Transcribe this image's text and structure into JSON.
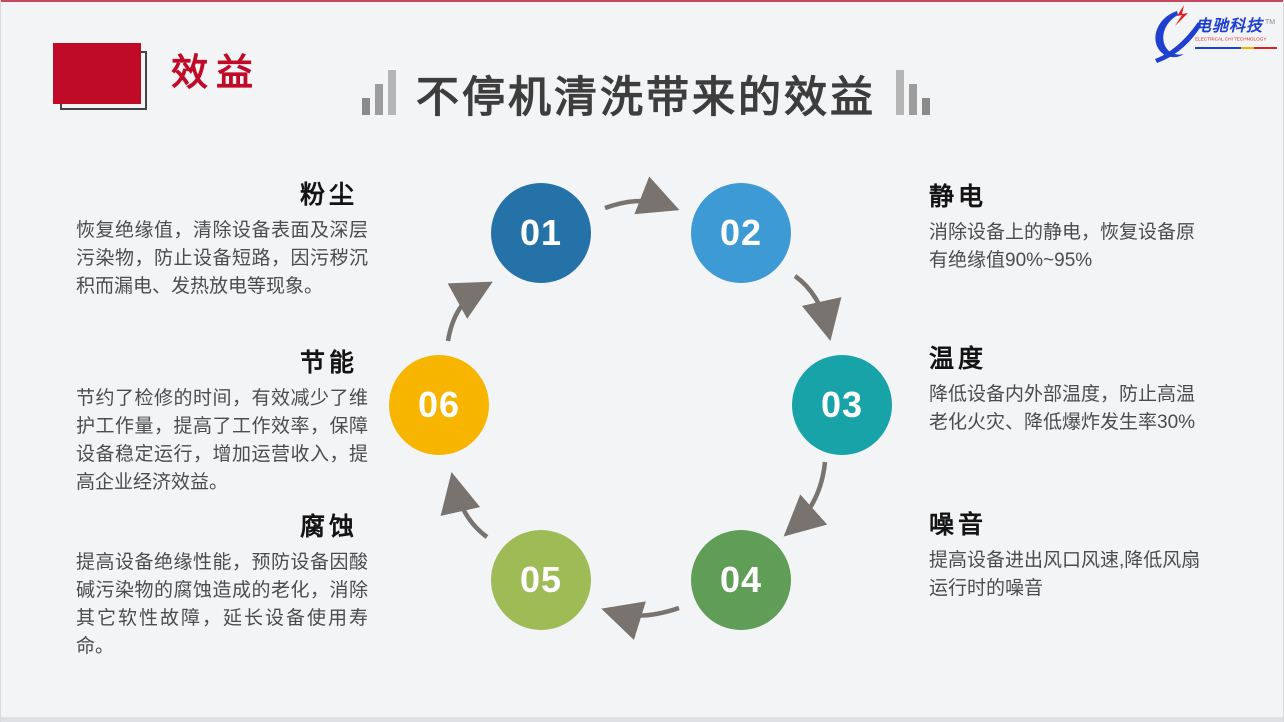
{
  "page": {
    "background": "#f3f4f6",
    "accent_red": "#c00b28"
  },
  "header": {
    "eyebrow": "效益",
    "title": "不停机清洗带来的效益"
  },
  "logo": {
    "brand": "电驰科技",
    "trademark": "TM",
    "tagline": "ELECTRICAL CHI TECHNOLOGY"
  },
  "diagram": {
    "type": "cycle",
    "items": [
      {
        "number": "01",
        "label": "粉尘",
        "color": "#2472a8",
        "desc": "恢复绝缘值，清除设备表面及深层污染物，防止设备短路，因污秽沉积而漏电、发热放电等现象。"
      },
      {
        "number": "02",
        "label": "静电",
        "color": "#3e9ad5",
        "desc": "消除设备上的静电，恢复设备原有绝缘值90%~95%"
      },
      {
        "number": "03",
        "label": "温度",
        "color": "#17a3a8",
        "desc": "降低设备内外部温度，防止高温老化火灾、降低爆炸发生率30%"
      },
      {
        "number": "04",
        "label": "噪音",
        "color": "#609e58",
        "desc": "提高设备进出风口风速,降低风扇运行时的噪音"
      },
      {
        "number": "05",
        "label": "腐蚀",
        "color": "#9ebb55",
        "desc": "提高设备绝缘性能，预防设备因酸碱污染物的腐蚀造成的老化，消除其它软性故障，延长设备使用寿命。"
      },
      {
        "number": "06",
        "label": "节能",
        "color": "#f8b500",
        "desc": "节约了检修的时间，有效减少了维护工作量，提高了工作效率，保障设备稳定运行，增加运营收入，提高企业经济效益。"
      }
    ]
  }
}
